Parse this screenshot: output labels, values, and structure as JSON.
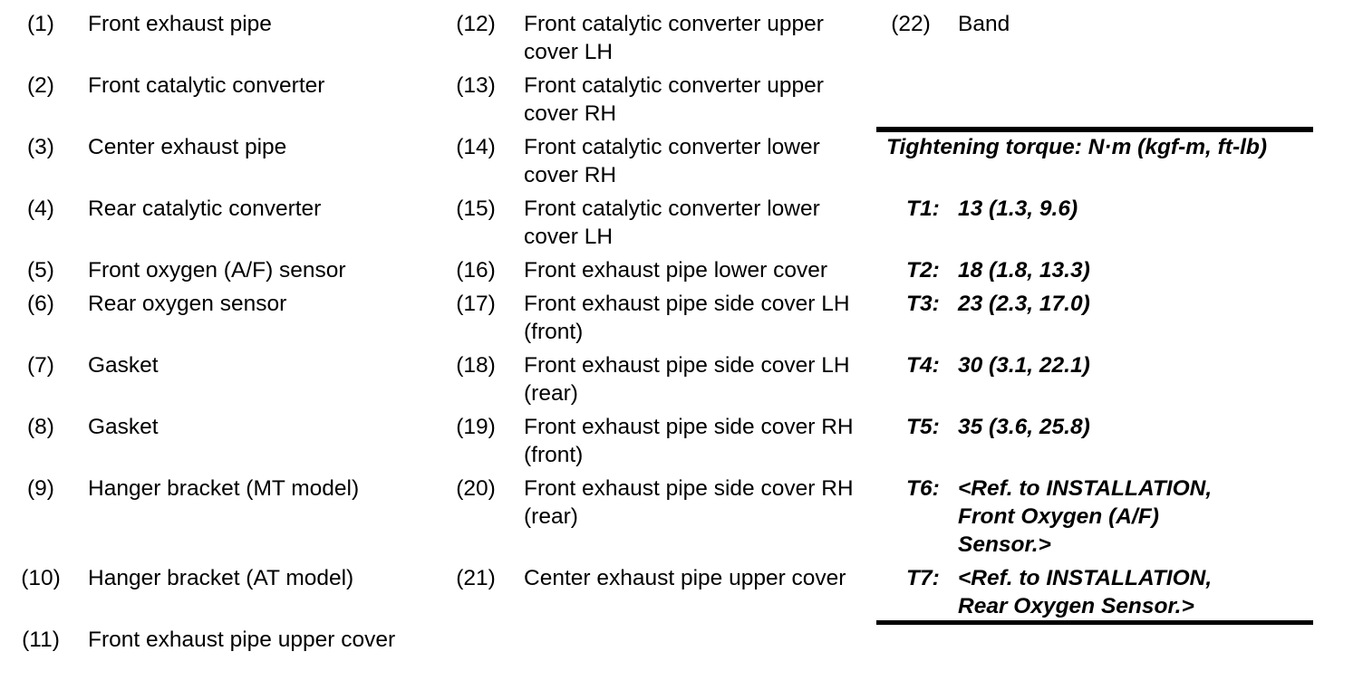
{
  "colors": {
    "background": "#ffffff",
    "text": "#000000",
    "rule": "#000000"
  },
  "legend": {
    "col1": [
      {
        "num": "(1)",
        "label": "Front exhaust pipe"
      },
      {
        "num": "(2)",
        "label": "Front catalytic converter"
      },
      {
        "num": "(3)",
        "label": "Center exhaust pipe"
      },
      {
        "num": "(4)",
        "label": "Rear catalytic converter"
      },
      {
        "num": "(5)",
        "label": "Front oxygen (A/F) sensor"
      },
      {
        "num": "(6)",
        "label": "Rear oxygen sensor"
      },
      {
        "num": "(7)",
        "label": "Gasket"
      },
      {
        "num": "(8)",
        "label": "Gasket"
      },
      {
        "num": "(9)",
        "label": "Hanger bracket (MT model)"
      },
      {
        "num": "(10)",
        "label": "Hanger bracket (AT model)"
      },
      {
        "num": "(11)",
        "label": "Front exhaust pipe upper cover"
      }
    ],
    "col2": [
      {
        "num": "(12)",
        "label": "Front catalytic converter upper\ncover LH"
      },
      {
        "num": "(13)",
        "label": "Front catalytic converter upper\ncover RH"
      },
      {
        "num": "(14)",
        "label": "Front catalytic converter lower\ncover RH"
      },
      {
        "num": "(15)",
        "label": "Front catalytic converter lower\ncover LH"
      },
      {
        "num": "(16)",
        "label": "Front exhaust pipe lower cover"
      },
      {
        "num": "(17)",
        "label": "Front exhaust pipe side cover LH\n(front)"
      },
      {
        "num": "(18)",
        "label": "Front exhaust pipe side cover LH\n(rear)"
      },
      {
        "num": "(19)",
        "label": "Front exhaust pipe side cover RH\n(front)"
      },
      {
        "num": "(20)",
        "label": "Front exhaust pipe side cover RH\n(rear)"
      },
      {
        "num": "(21)",
        "label": "Center exhaust pipe upper cover"
      }
    ],
    "col3": [
      {
        "num": "(22)",
        "label": "Band"
      }
    ]
  },
  "torque": {
    "header": "Tightening torque: N·m (kgf-m, ft-lb)",
    "entries": [
      {
        "id": "T1:",
        "value": "13 (1.3, 9.6)"
      },
      {
        "id": "T2:",
        "value": "18 (1.8, 13.3)"
      },
      {
        "id": "T3:",
        "value": "23 (2.3, 17.0)"
      },
      {
        "id": "T4:",
        "value": "30 (3.1, 22.1)"
      },
      {
        "id": "T5:",
        "value": "35 (3.6, 25.8)"
      },
      {
        "id": "T6:",
        "value": "<Ref. to INSTALLATION,\nFront Oxygen (A/F)\nSensor.>"
      },
      {
        "id": "T7:",
        "value": "<Ref. to INSTALLATION,\nRear Oxygen Sensor.>"
      }
    ]
  }
}
